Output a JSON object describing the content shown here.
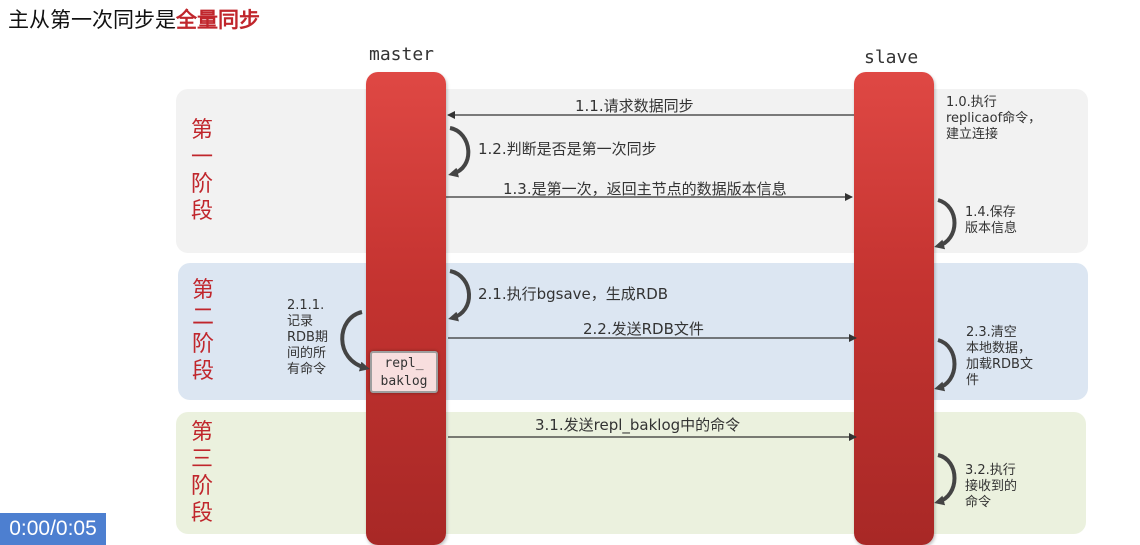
{
  "title": {
    "prefix": "主从第一次同步是",
    "highlight": "全量同步"
  },
  "columns": {
    "master": "master",
    "slave": "slave"
  },
  "stages": [
    {
      "label": "第\n一\n阶\n段"
    },
    {
      "label": "第\n二\n阶\n段"
    },
    {
      "label": "第\n三\n阶\n段"
    }
  ],
  "messages": {
    "m1_1": "1.1.请求数据同步",
    "m1_2": "1.2.判断是否是第一次同步",
    "m1_3": "1.3.是第一次，返回主节点的数据版本信息",
    "m2_1": "2.1.执行bgsave，生成RDB",
    "m2_2": "2.2.发送RDB文件",
    "m3_1": "3.1.发送repl_baklog中的命令"
  },
  "notes": {
    "n1_0": "1.0.执行\nreplicaof命令，\n建立连接",
    "n1_4": "1.4.保存\n版本信息",
    "n2_1_1": "2.1.1.\n记录\nRDB期\n间的所\n有命令",
    "n2_3": "2.3.清空\n本地数据，\n加载RDB文\n件",
    "n3_2": "3.2.执行\n接收到的\n命令"
  },
  "repl_box": "repl_\nbaklog",
  "player": {
    "time": "0:00/0:05"
  },
  "colors": {
    "accent": "#c0262c",
    "bar": "#c43330",
    "stage1": "#f2f2f2",
    "stage2": "#dce6f2",
    "stage3": "#ebf1de",
    "timer_bg": "#4d7fd0"
  }
}
